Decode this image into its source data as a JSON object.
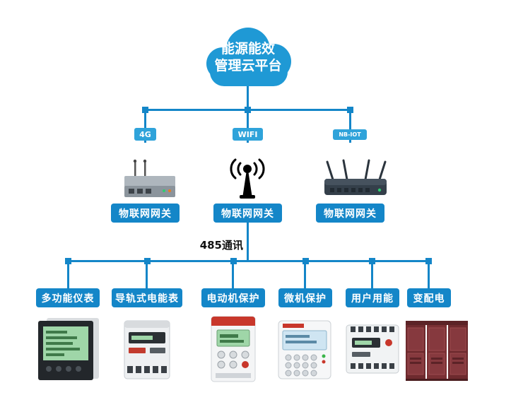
{
  "cloud": {
    "line1": "能源能效",
    "line2": "管理云平台"
  },
  "gateways": [
    {
      "badge": "4G",
      "label": "物联网网关"
    },
    {
      "badge": "WIFI",
      "label": "物联网网关"
    },
    {
      "badge": "NB-IOT",
      "label": "物联网网关"
    }
  ],
  "bus": {
    "label": "485通讯"
  },
  "devices": [
    {
      "label": "多功能仪表"
    },
    {
      "label": "导轨式电能表"
    },
    {
      "label": "电动机保护"
    },
    {
      "label": "微机保护"
    },
    {
      "label": "用户用能"
    },
    {
      "label": "变配电"
    }
  ],
  "colors": {
    "line_blue": "#1486c8",
    "badge_blue": "#2fa3da",
    "cloud_blue": "#1f99d5",
    "label_text": "#ffffff",
    "bus_label_text": "#111111"
  }
}
